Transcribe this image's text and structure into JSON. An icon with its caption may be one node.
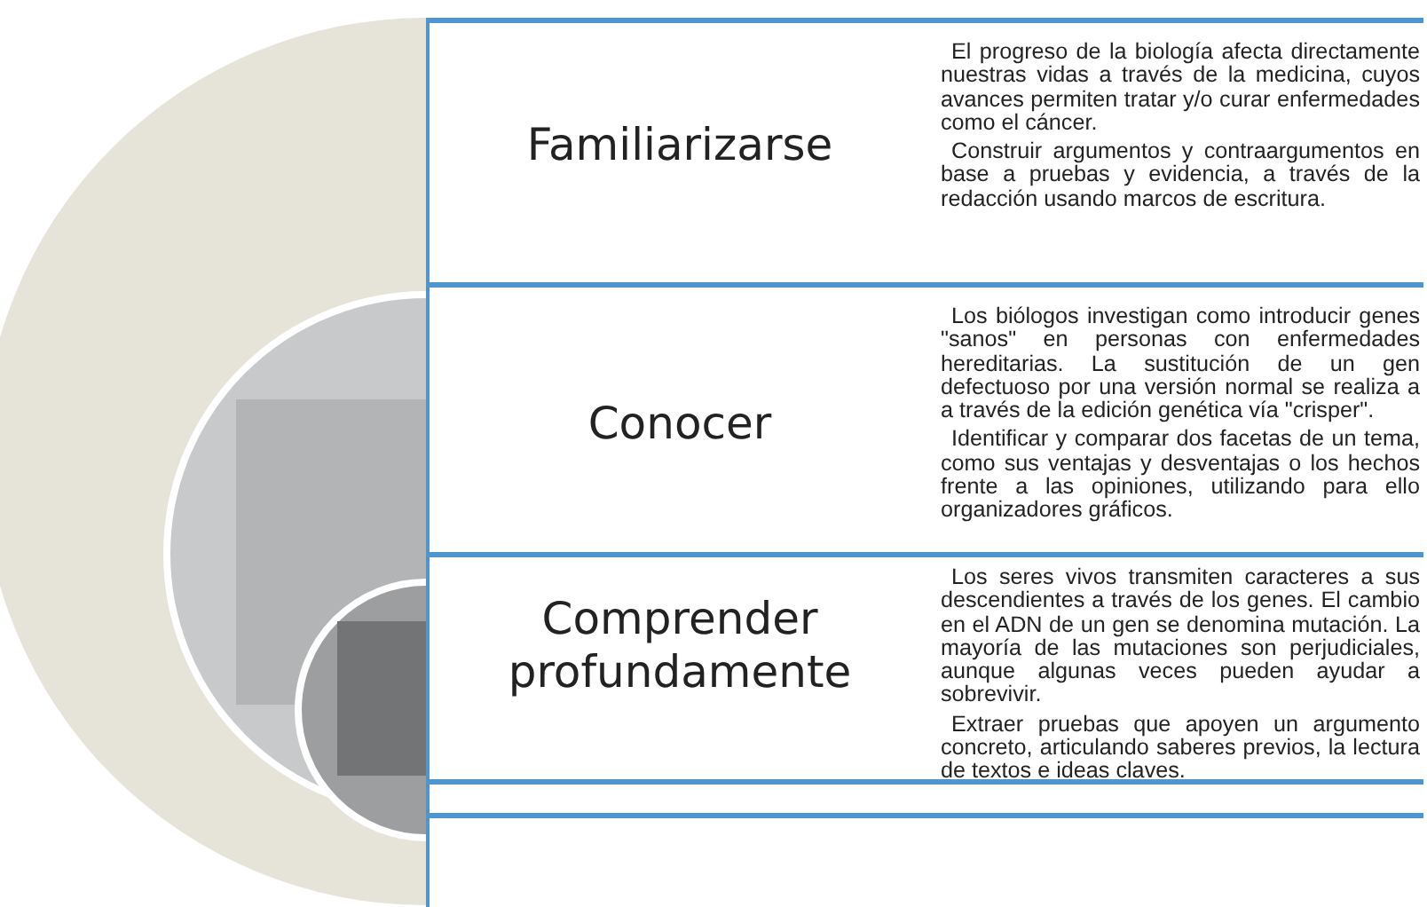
{
  "diagram": {
    "nodes": [
      {
        "text": [
          "Familiarizarse",
          "El progreso de la biología afecta directamente nuestras vidas a través de la medicina, cuyos avances permiten tratar y/o curar enfermedades como el cáncer.",
          "Construir argumentos y contraargumentos en base a pruebas y evidencia, a través de la redacción usando marcos de escritura."
        ]
      },
      {
        "text": [
          "Conocer",
          "Los biólogos investigan como introducir genes \"sanos\" en personas con enfermedades hereditarias. La sustitución de un gen defectuoso por una versión normal se realiza a a través de la edición genética vía \"crisper\".",
          "Identificar y comparar dos facetas de un tema, como sus ventajas y desventajas o los hechos frente a las opiniones, utilizando para ello organizadores gráficos."
        ]
      },
      {
        "text": [
          "Comprender profundamente",
          "Los seres vivos transmiten caracteres a sus descendientes a través de los genes. El cambio en el ADN de un gen se denomina mutación. La mayoría de las mutaciones son perjudiciales, aunque algunas veces pueden ayudar a sobrevivir.",
          "Extraer pruebas que apoyen un argumento concreto, articulando saberes previos, la lectura de textos e ideas claves."
        ]
      }
    ],
    "edges": []
  }
}
